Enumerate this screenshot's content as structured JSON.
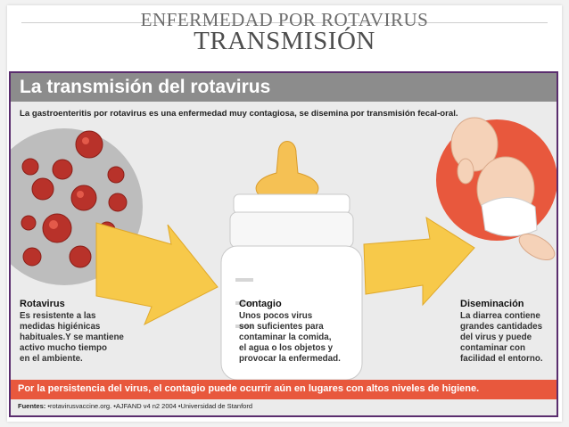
{
  "slide": {
    "title_line1": "ENFERMEDAD POR ROTAVIRUS",
    "title_line2": "TRANSMISIÓN"
  },
  "infographic": {
    "title": "La transmisión del rotavirus",
    "intro": "La gastroenteritis por rotavirus es una enfermedad muy contagiosa, se disemina por transmisión fecal-oral.",
    "columns": [
      {
        "heading": "Rotavirus",
        "lines": [
          "Es resistente a las",
          "medidas higiénicas",
          "habituales.Y se mantiene",
          "activo mucho tiempo",
          "en el ambiente."
        ]
      },
      {
        "heading": "Contagio",
        "lines": [
          "Unos pocos virus",
          "son suficientes para",
          "contaminar la comida,",
          "el agua o los objetos y",
          "provocar la enfermedad."
        ]
      },
      {
        "heading": "Diseminación",
        "lines": [
          "La diarrea contiene",
          "grandes cantidades",
          "del virus y puede",
          "contaminar con",
          "facilidad el entorno."
        ]
      }
    ],
    "banner": "Por la persistencia del virus, el contagio puede ocurrir aún en lugares con altos niveles de higiene.",
    "sources_label": "Fuentes:",
    "sources": "•rotavirusvaccine.org.   •AJFAND v4 n2 2004   •Universidad de Stanford"
  },
  "colors": {
    "header_gray": "#8c8c8c",
    "banner_red": "#e8583d",
    "frame_purple": "#5a2d6e",
    "arrow_yellow": "#f7c94a",
    "virus_red": "#b8322a"
  },
  "icons": [
    "virus-cluster-illustration",
    "baby-bottle-illustration",
    "baby-illustration",
    "arrow-right-icon"
  ]
}
